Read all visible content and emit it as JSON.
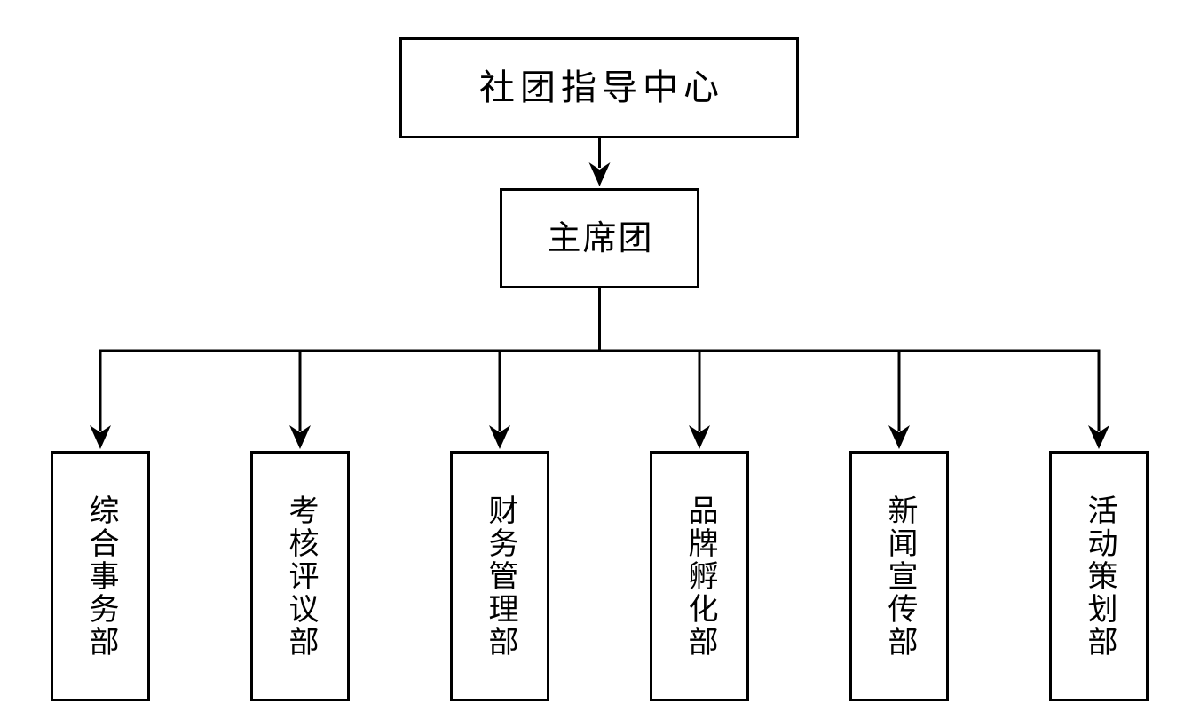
{
  "diagram": {
    "type": "org-chart",
    "root_label": "社团指导中心",
    "presidium_label": "主席团",
    "departments": [
      {
        "label": "综合事务部"
      },
      {
        "label": "考核评议部"
      },
      {
        "label": "财务管理部"
      },
      {
        "label": "品牌孵化部"
      },
      {
        "label": "新闻宣传部"
      },
      {
        "label": "活动策划部"
      }
    ],
    "hierarchy": [
      {
        "from": "社团指导中心",
        "to": "主席团"
      },
      {
        "from": "主席团",
        "to": "综合事务部"
      },
      {
        "from": "主席团",
        "to": "考核评议部"
      },
      {
        "from": "主席团",
        "to": "财务管理部"
      },
      {
        "from": "主席团",
        "to": "品牌孵化部"
      },
      {
        "from": "主席团",
        "to": "新闻宣传部"
      },
      {
        "from": "主席团",
        "to": "活动策划部"
      }
    ],
    "colors": {
      "line": "#000000",
      "border": "#000000",
      "text": "#000000",
      "background": "#ffffff"
    }
  }
}
